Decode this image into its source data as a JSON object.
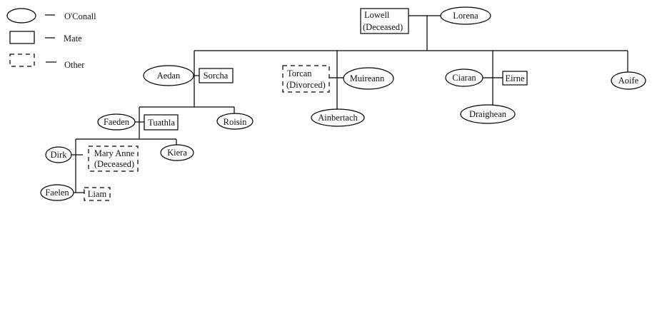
{
  "legend": {
    "oconall": "O'Conall",
    "mate": "Mate",
    "other": "Other"
  },
  "people": {
    "lowell": "Lowell",
    "lowell_note": "(Deceased)",
    "lorena": "Lorena",
    "aedan": "Aedan",
    "sorcha": "Sorcha",
    "faeden": "Faeden",
    "tuathla": "Tuathla",
    "roisin": "Roisin",
    "dirk": "Dirk",
    "mary_anne": "Mary Anne",
    "mary_anne_note": "(Deceased)",
    "kiera": "Kiera",
    "faelen": "Faelen",
    "liam": "Liam",
    "torcan": "Torcan",
    "torcan_note": "(Divorced)",
    "muireann": "Muireann",
    "ainbertach": "Ainbertach",
    "ciaran": "Ciaran",
    "eirne": "Eirne",
    "draighean": "Draighean",
    "aoife": "Aoife"
  }
}
